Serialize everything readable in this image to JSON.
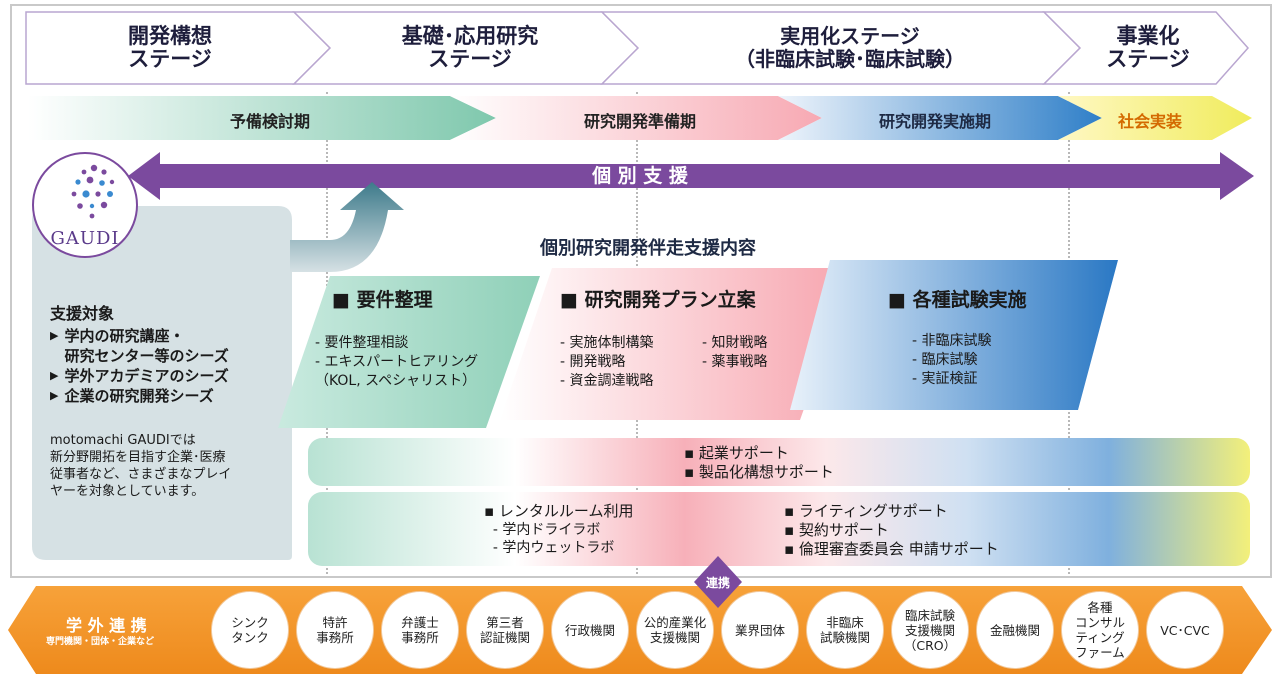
{
  "stages": [
    {
      "label": "開発構想\nステージ"
    },
    {
      "label": "基礎･応用研究\nステージ"
    },
    {
      "label": "実用化ステージ\n（非臨床試験･臨床試験）"
    },
    {
      "label": "事業化\nステージ"
    }
  ],
  "phases": [
    {
      "label": "予備検討期"
    },
    {
      "label": "研究開発準備期"
    },
    {
      "label": "研究開発実施期"
    },
    {
      "label": "社会実装"
    }
  ],
  "individual_support": "個 別 支 援",
  "logo_text": "GAUDI",
  "target": {
    "title": "支援対象",
    "items": [
      "学内の研究講座・\n研究センター等のシーズ",
      "学外アカデミアのシーズ",
      "企業の研究開発シーズ"
    ],
    "description": "motomachi GAUDIでは\n新分野開拓を目指す企業･医療\n従事者など、さまざまなプレイ\nヤーを対象としています。"
  },
  "content_title": "個別研究開発伴走支援内容",
  "cards": [
    {
      "title": "■ 要件整理",
      "items": "- 要件整理相談\n- エキスパートヒアリング\n（KOL, スペシャリスト）"
    },
    {
      "title": "■ 研究開発プラン立案",
      "items_left": "- 実施体制構築\n- 開発戦略\n- 資金調達戦略",
      "items_right": "- 知財戦略\n- 薬事戦略"
    },
    {
      "title": "■ 各種試験実施",
      "items": "- 非臨床試験\n- 臨床試験\n- 実証検証"
    }
  ],
  "support_bar_1": [
    "▪ 起業サポート",
    "▪ 製品化構想サポート"
  ],
  "support_bar_2": {
    "left": [
      "▪ レンタルルーム利用",
      "  - 学内ドライラボ",
      "  - 学内ウェットラボ"
    ],
    "right": [
      "▪ ライティングサポート",
      "▪ 契約サポート",
      "▪ 倫理審査委員会 申請サポート"
    ]
  },
  "renkei": "連携",
  "external": {
    "title": "学 外 連 携",
    "subtitle": "専門機関・団体・企業など",
    "partners": [
      "シンク\nタンク",
      "特許\n事務所",
      "弁護士\n事務所",
      "第三者\n認証機関",
      "行政機関",
      "公的産業化\n支援機関",
      "業界団体",
      "非臨床\n試験機関",
      "臨床試験\n支援機関\n（CRO）",
      "金融機関",
      "各種\nコンサル\nティング\nファーム",
      "VC･CVC"
    ]
  },
  "colors": {
    "purple": "#7b4a9e",
    "orange": "#f39a2c",
    "teal": "#8fcfb8",
    "pink": "#f8b7bf",
    "blue": "#2e7cc6",
    "yellow": "#f1ef6a",
    "panel": "#d6e1e4"
  }
}
